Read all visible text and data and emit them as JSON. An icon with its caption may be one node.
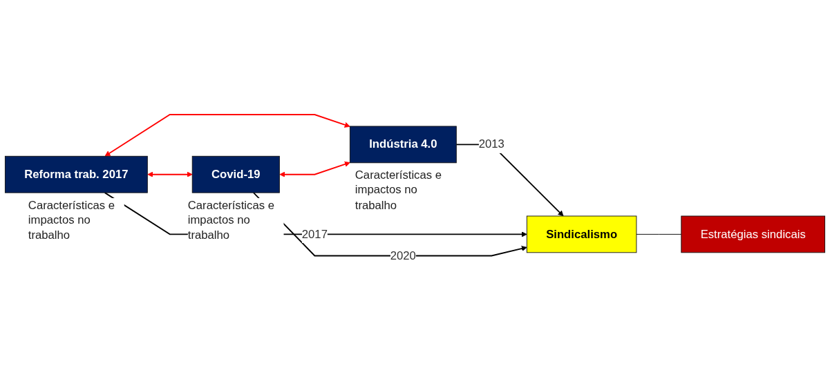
{
  "diagram": {
    "nodes": [
      {
        "text": [
          "Indústria 4.0"
        ],
        "beside": [
          "Características e impactos no trabalho"
        ]
      },
      {
        "text": [
          "Estratégias sindicais"
        ]
      },
      {
        "text": [
          "Sindicalismo"
        ]
      },
      {
        "text": [
          "Reforma trab. 2017"
        ],
        "beside": [
          "Características e impactos no trabalho"
        ]
      },
      {
        "text": [
          "Covid-19"
        ],
        "beside": [
          "Características e impactos no trabalho"
        ]
      }
    ],
    "edges": [
      {
        "from": 0,
        "to": 2,
        "arrow": "to",
        "label": "2013"
      },
      {
        "from": 3,
        "to": 2,
        "arrow": "to",
        "label": "2017"
      },
      {
        "from": 4,
        "to": 2,
        "arrow": "to",
        "label": "2020"
      },
      {
        "from": 2,
        "to": 1,
        "arrow": "none"
      },
      {
        "from": 3,
        "to": 0,
        "arrow": "both",
        "color": "#ff0000"
      },
      {
        "from": 4,
        "to": 0,
        "arrow": "both",
        "color": "#ff0000"
      },
      {
        "from": 3,
        "to": 4,
        "arrow": "both",
        "color": "#ff0000"
      }
    ]
  }
}
